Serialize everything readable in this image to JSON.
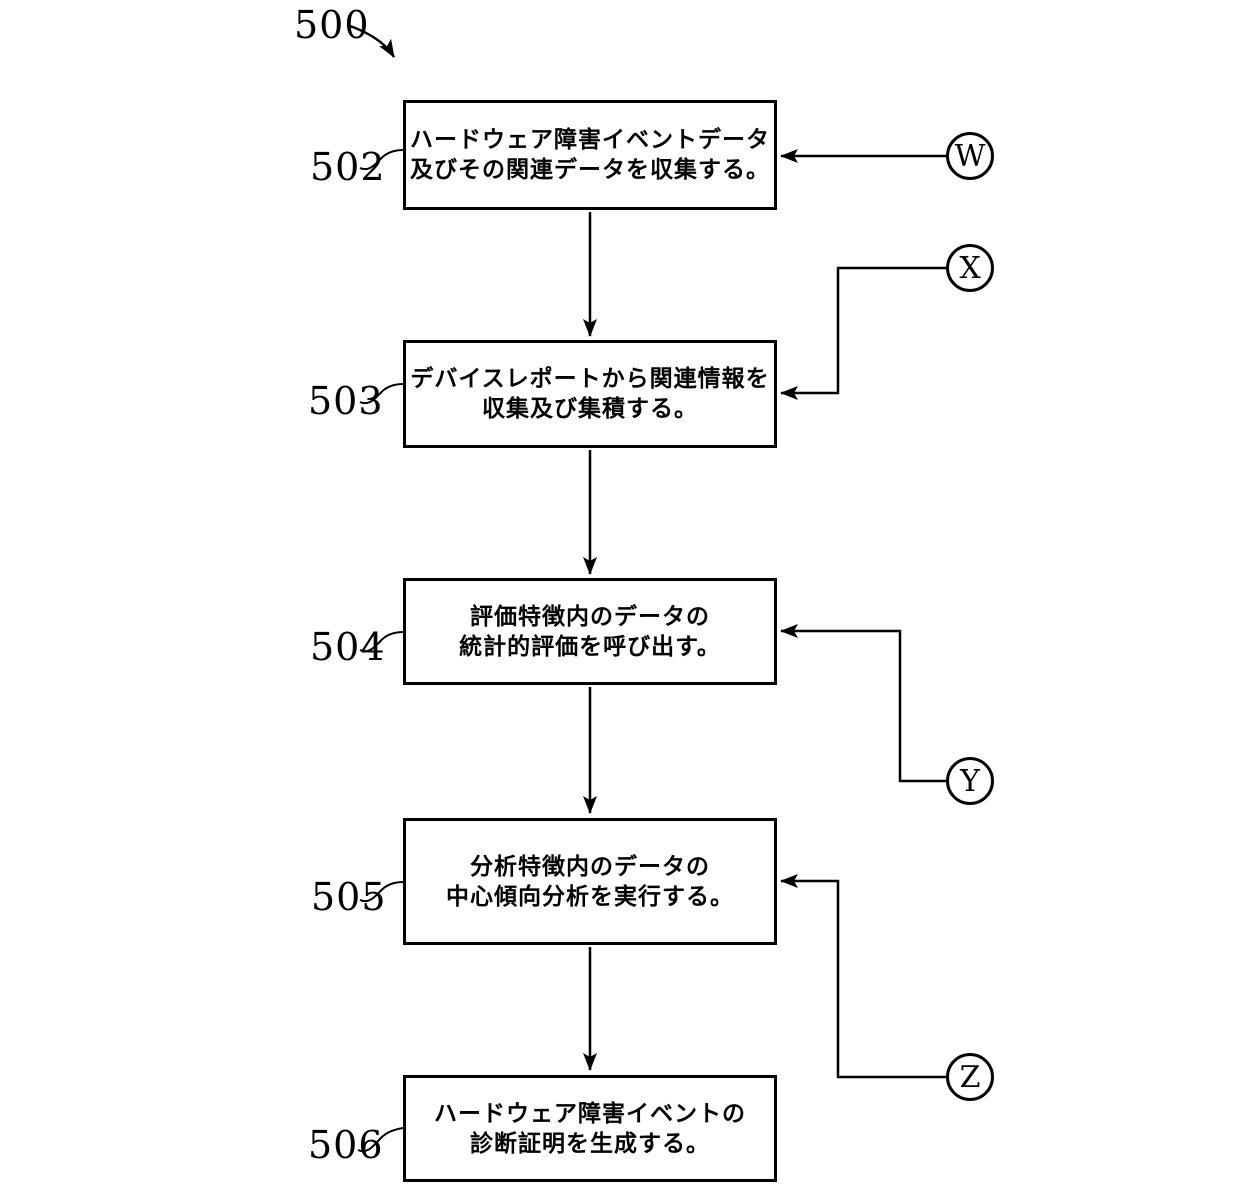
{
  "figure": {
    "number_label": "500",
    "steps": [
      {
        "ref": "502",
        "lines": [
          "ハードウェア障害イベントデータ",
          "及びその関連データを収集する。"
        ]
      },
      {
        "ref": "503",
        "lines": [
          "デバイスレポートから関連情報を",
          "収集及び集積する。"
        ]
      },
      {
        "ref": "504",
        "lines": [
          "評価特徴内のデータの",
          "統計的評価を呼び出す。"
        ]
      },
      {
        "ref": "505",
        "lines": [
          "分析特徴内のデータの",
          "中心傾向分析を実行する。"
        ]
      },
      {
        "ref": "506",
        "lines": [
          "ハードウェア障害イベントの",
          "診断証明を生成する。"
        ]
      }
    ],
    "off_page_connectors": [
      {
        "label": "W"
      },
      {
        "label": "X"
      },
      {
        "label": "Y"
      },
      {
        "label": "Z"
      }
    ],
    "colors": {
      "ink": "#000000",
      "background": "#ffffff"
    }
  }
}
